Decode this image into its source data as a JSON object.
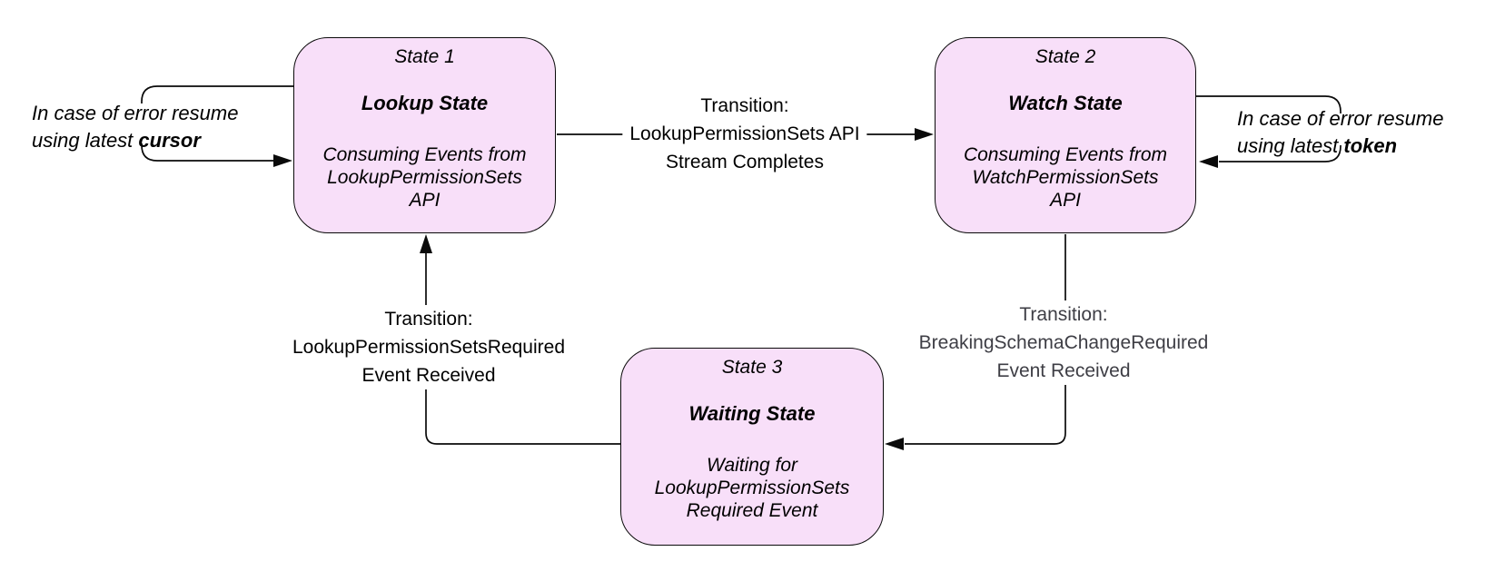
{
  "diagram": {
    "colors": {
      "background": "#ffffff",
      "state_fill": "#f8dff9",
      "state_border": "#0a0a0a",
      "line": "#0a0a0a",
      "default_text": "#000000",
      "muted_transition_text": "#3e3e45"
    },
    "states": [
      {
        "title": "State 1",
        "name": "Lookup State",
        "description": "Consuming Events from\nLookupPermissionSets\nAPI"
      },
      {
        "title": "State 2",
        "name": "Watch State",
        "description": "Consuming Events from\nWatchPermissionSets\nAPI"
      },
      {
        "title": "State 3",
        "name": "Waiting State",
        "description": "Waiting for\nLookupPermissionSets\nRequired Event"
      }
    ],
    "transitions": [
      {
        "from": "State 1",
        "to": "State 2",
        "lines": [
          "Transition:",
          "LookupPermissionSets API",
          "Stream Completes"
        ]
      },
      {
        "from": "State 2",
        "to": "State 3",
        "lines": [
          "Transition:",
          "BreakingSchemaChangeRequired",
          "Event Received"
        ]
      },
      {
        "from": "State 3",
        "to": "State 1",
        "lines": [
          "Transition:",
          "LookupPermissionSetsRequired",
          "Event Received"
        ]
      }
    ],
    "error_notes": [
      {
        "attached_to": "State 1",
        "line1": "In case of error resume",
        "line2_prefix": "using latest ",
        "line2_emphasis": "cursor"
      },
      {
        "attached_to": "State 2",
        "line1": "In case of error resume",
        "line2_prefix": "using latest ",
        "line2_emphasis": "token"
      }
    ]
  }
}
